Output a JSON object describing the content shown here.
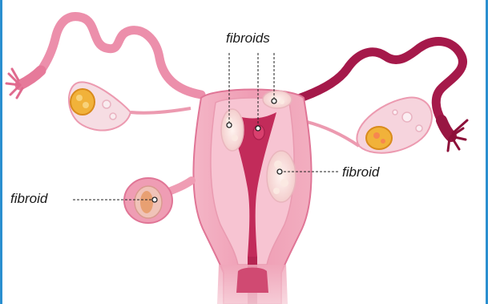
{
  "labels": {
    "fibroids_top": "fibroids",
    "fibroid_right": "fibroid",
    "fibroid_left": "fibroid"
  },
  "colors": {
    "frame_border": "#2a8fd0",
    "tissue": "#ef9db4",
    "tissue_dark": "#e07596",
    "tube_dark": "#a5194a",
    "cavity": "#c22b5a",
    "fibroid": "#f7e3de",
    "ovary": "#f6d4dd",
    "follicle": "#f1b23a"
  }
}
